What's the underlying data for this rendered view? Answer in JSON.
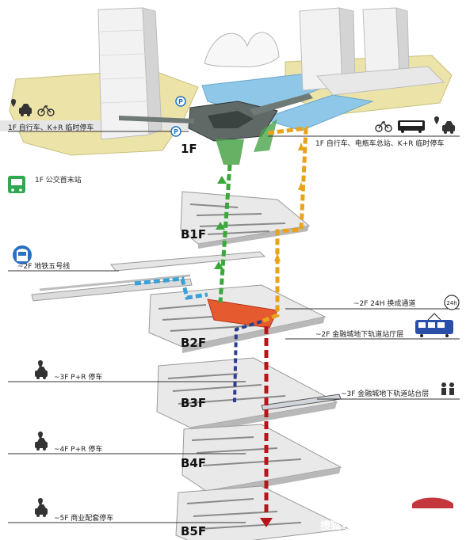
{
  "floors": [
    {
      "id": "1F",
      "label": "1F"
    },
    {
      "id": "B1F",
      "label": "B1F"
    },
    {
      "id": "B2F",
      "label": "B2F"
    },
    {
      "id": "B3F",
      "label": "B3F"
    },
    {
      "id": "B4F",
      "label": "B4F"
    },
    {
      "id": "B5F",
      "label": "B5F"
    }
  ],
  "callouts": {
    "left_1f": "1F 自行车、K+R 临时停车",
    "bus_terminal": "1F 公交首末站",
    "right_1f": "1F 自行车、电瓶车总站、K+R 临时停车",
    "metro_line5": "~2F 地铁五号线",
    "transfer_24h": "~2F 24H 换成通道",
    "badge_24h": "24h",
    "finance_hall": "~2F 金融城地下轨道站厅层",
    "b3_parking": "~3F P+R 停车",
    "finance_platform": "~3F 金融城地下轨道站台层",
    "b4_parking": "~4F P+R 停车",
    "b5_parking": "~5F 商业配套停车"
  },
  "watermark": "搜狐号@搜狐焦点鞍山站",
  "icons": [
    "car-icon",
    "bicycle-icon",
    "bus-icon",
    "metro-icon",
    "tram-icon",
    "location-pin-icon",
    "people-icon",
    "parking-icon"
  ],
  "colors": {
    "green_route": "#3aa83a",
    "orange_route": "#e8a21c",
    "blue_route": "#3aa0d8",
    "red_route": "#e03a22",
    "navy_route": "#2a3d8f",
    "darkred_route": "#b8141a",
    "water": "#8fc7e8",
    "lawn": "#ece3a8"
  }
}
